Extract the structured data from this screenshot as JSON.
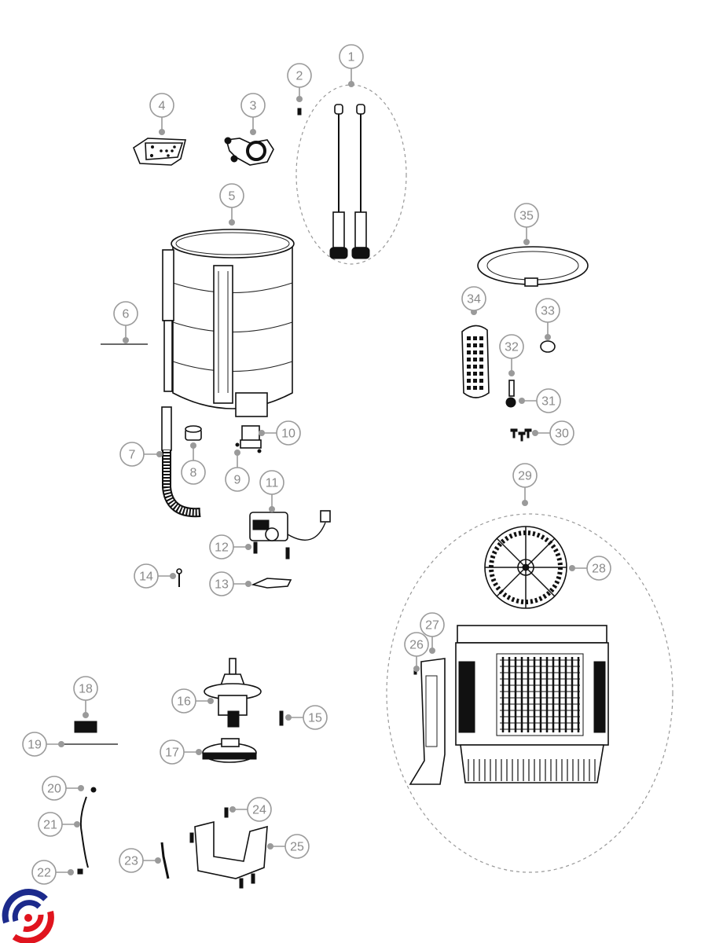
{
  "diagram": {
    "type": "exploded-parts-diagram",
    "callouts": [
      "1",
      "2",
      "3",
      "4",
      "5",
      "6",
      "7",
      "8",
      "9",
      "10",
      "11",
      "12",
      "13",
      "14",
      "15",
      "16",
      "17",
      "18",
      "19",
      "20",
      "21",
      "22",
      "23",
      "24",
      "25",
      "26",
      "27",
      "28",
      "29",
      "30",
      "31",
      "32",
      "33",
      "34",
      "35"
    ],
    "colors": {
      "callout": "#9a9a9a",
      "line_art": "#111111",
      "logo_blue": "#1c2a8c",
      "logo_red": "#e0141e"
    }
  }
}
